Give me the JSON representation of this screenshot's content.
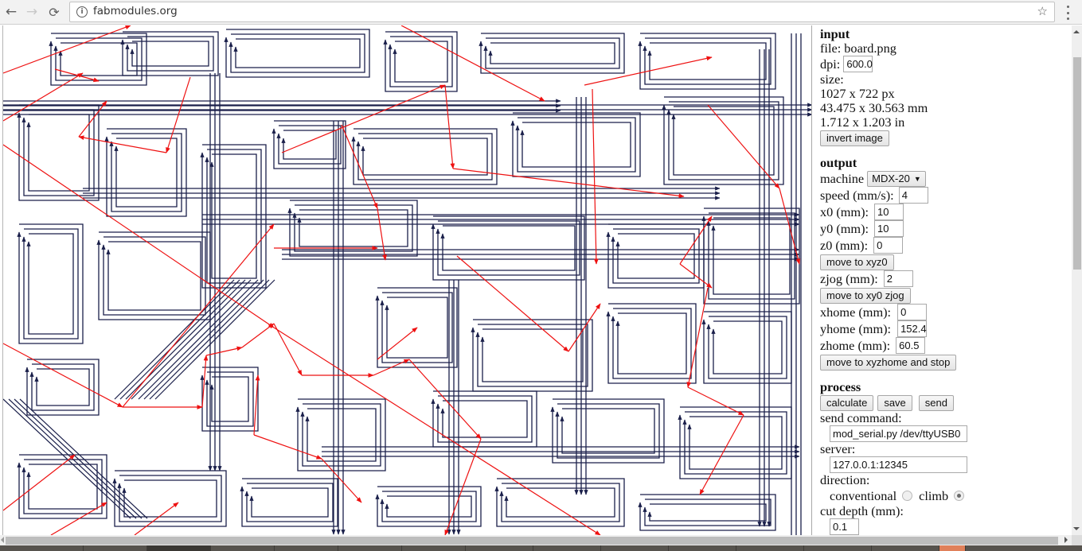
{
  "browser": {
    "url": "fabmodules.org",
    "back_icon": "←",
    "forward_icon": "→",
    "reload_icon": "C",
    "info_icon": "i",
    "star_icon": "☆"
  },
  "colors": {
    "toolpath": "#1a1f4a",
    "rapid_move": "#ee1111",
    "background": "#ffffff"
  },
  "panel": {
    "input": {
      "heading": "input",
      "file_label": "file: board.png",
      "dpi_label": "dpi:",
      "dpi_value": "600.0",
      "size_label": "size:",
      "size_px": "1027 x 722 px",
      "size_mm": "43.475 x 30.563 mm",
      "size_in": "1.712 x 1.203 in",
      "invert_button": "invert image"
    },
    "output": {
      "heading": "output",
      "machine_label": "machine",
      "machine_value": "MDX-20",
      "speed_label": "speed (mm/s):",
      "speed_value": "4",
      "x0_label": "x0 (mm):",
      "x0_value": "10",
      "y0_label": "y0 (mm):",
      "y0_value": "10",
      "z0_label": "z0 (mm):",
      "z0_value": "0",
      "move_xyz0_button": "move to xyz0",
      "zjog_label": "zjog (mm):",
      "zjog_value": "2",
      "move_xy0_zjog_button": "move to xy0 zjog",
      "xhome_label": "xhome (mm):",
      "xhome_value": "0",
      "yhome_label": "yhome (mm):",
      "yhome_value": "152.4",
      "zhome_label": "zhome (mm):",
      "zhome_value": "60.5",
      "move_home_button": "move to xyzhome and stop"
    },
    "process": {
      "heading": "process",
      "calculate_button": "calculate",
      "save_button": "save",
      "send_button": "send",
      "send_command_label": "send command:",
      "send_command_value": "mod_serial.py /dev/ttyUSB0",
      "server_label": "server:",
      "server_value": "127.0.0.1:12345",
      "direction_label": "direction:",
      "direction_options": [
        "conventional",
        "climb"
      ],
      "direction_selected": "climb",
      "cut_depth_label": "cut depth (mm):",
      "cut_depth_value": "0.1"
    }
  }
}
